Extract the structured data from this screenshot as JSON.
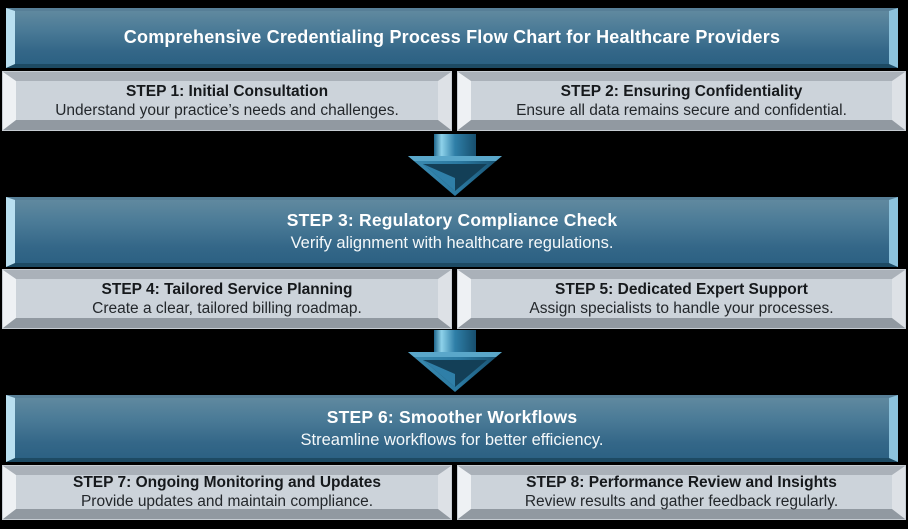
{
  "flow": {
    "title": "Comprehensive Credentialing Process Flow Chart for Healthcare Providers",
    "bars": [
      {
        "heading": "STEP 3: Regulatory Compliance Check",
        "subtext": "Verify alignment with healthcare regulations."
      },
      {
        "heading": "STEP 6: Smoother Workflows",
        "subtext": "Streamline workflows for better efficiency."
      }
    ],
    "cards": [
      {
        "heading": "STEP 1: Initial Consultation",
        "subtext": "Understand your practice’s needs and challenges."
      },
      {
        "heading": "STEP 2: Ensuring Confidentiality",
        "subtext": "Ensure all data remains secure and confidential."
      },
      {
        "heading": "STEP 4: Tailored Service Planning",
        "subtext": "Create a clear, tailored billing roadmap."
      },
      {
        "heading": "STEP 5: Dedicated Expert Support",
        "subtext": "Assign specialists to handle your processes."
      },
      {
        "heading": "STEP 7: Ongoing Monitoring and Updates",
        "subtext": "Provide updates and maintain compliance."
      },
      {
        "heading": "STEP 8: Performance Review and Insights",
        "subtext": "Review results and gather feedback regularly."
      }
    ],
    "colors": {
      "background": "#000000",
      "bar_blue_top": "#60899f",
      "bar_blue_bottom": "#2c6183",
      "bar_bevel_light": "#b9dff0",
      "card_fill": "#ccd3da",
      "card_bevel_light": "#eef1f4",
      "card_bevel_dark": "#9199a1",
      "arrow_blue": "#2878a1",
      "arrow_highlight": "#8ed2ea",
      "arrow_shadow": "#174f6e",
      "text_light": "#ffffff",
      "text_dark": "#16191c"
    }
  }
}
